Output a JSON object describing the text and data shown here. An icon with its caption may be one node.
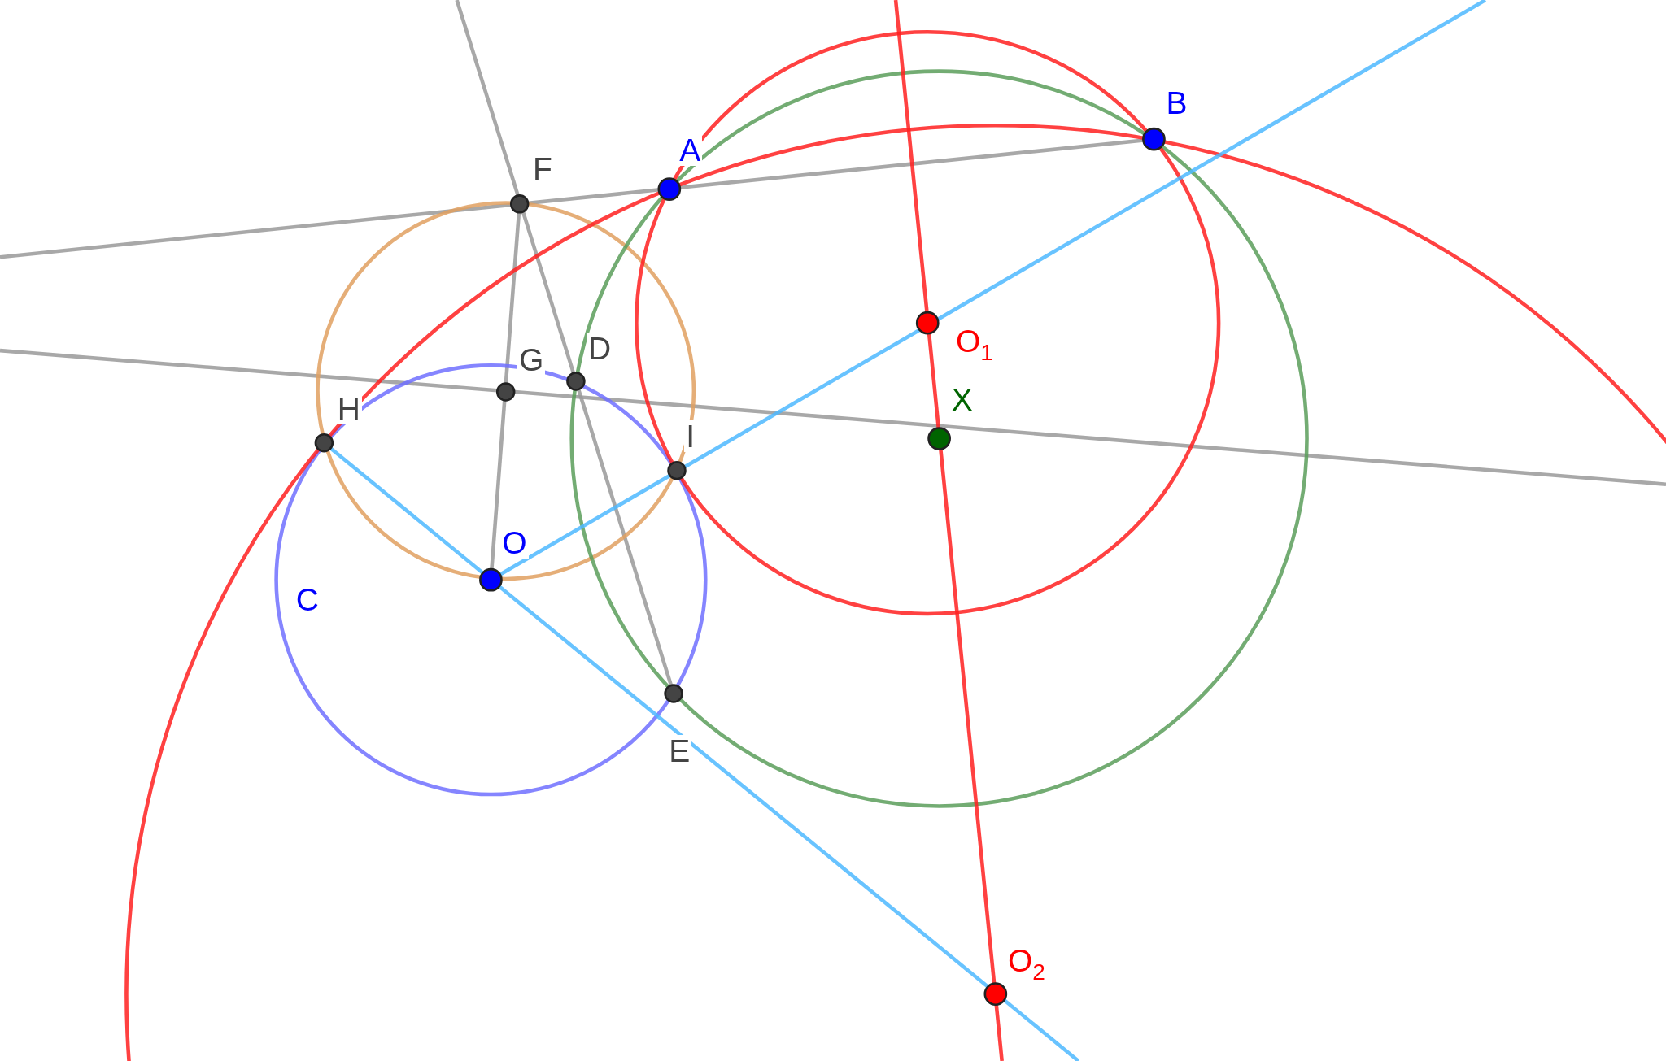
{
  "diagram": {
    "labels": [
      "B",
      "A",
      "F",
      "O$_{1}$",
      "D",
      "G",
      "X",
      "H",
      "I",
      "O",
      "C",
      "E",
      "O$_{2}$"
    ]
  }
}
